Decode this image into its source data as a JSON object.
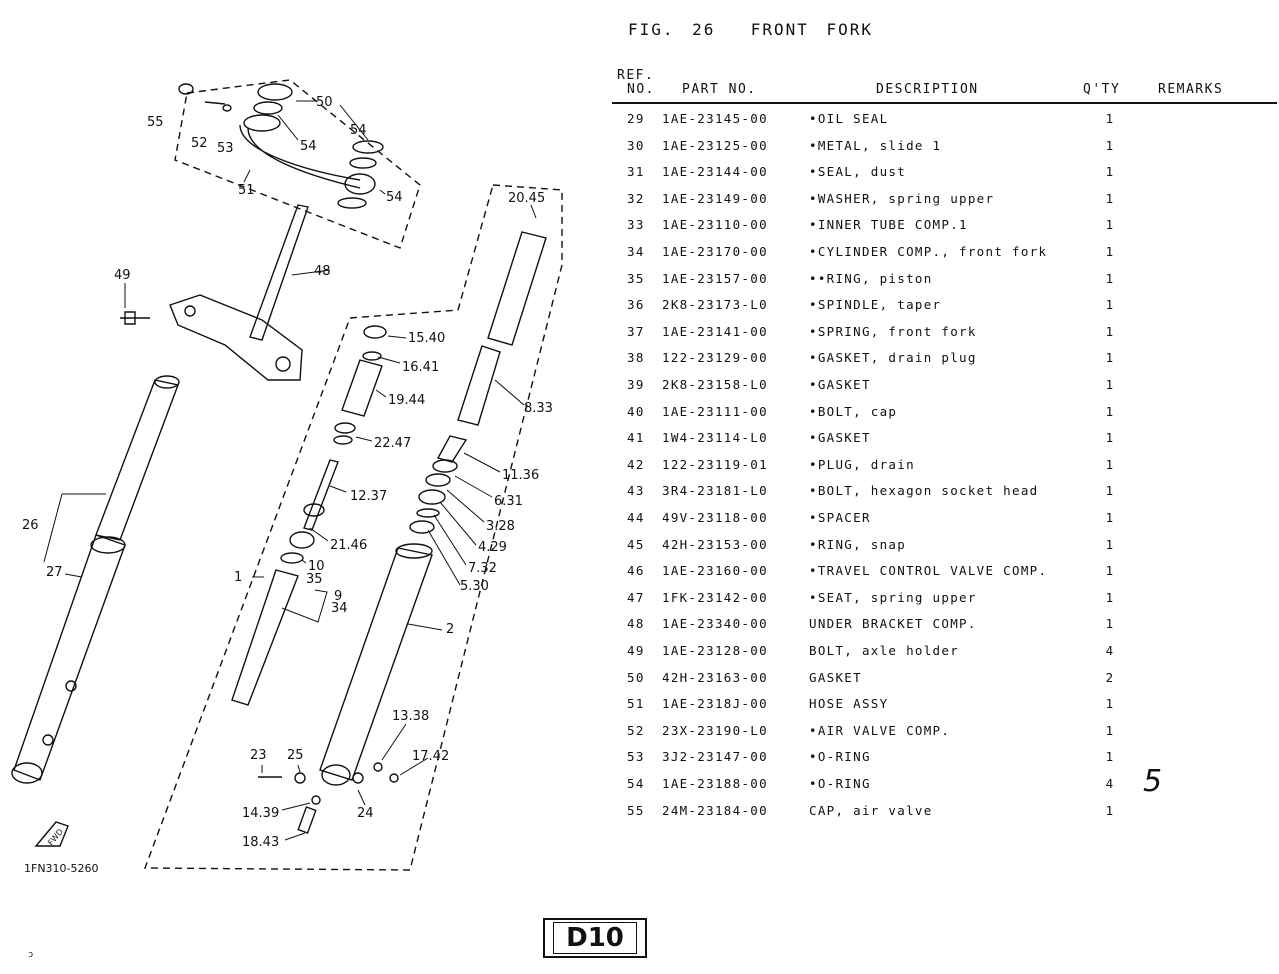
{
  "figure": {
    "title": "FIG. 26  FRONT FORK"
  },
  "table_header": {
    "ref_line1": "REF.",
    "ref_line2": "NO.",
    "part_no": "PART NO.",
    "description": "DESCRIPTION",
    "qty": "Q'TY",
    "remarks": "REMARKS"
  },
  "parts": [
    {
      "ref": "29",
      "part_no": "1AE-23145-00",
      "description": "•OIL SEAL",
      "qty": "1"
    },
    {
      "ref": "30",
      "part_no": "1AE-23125-00",
      "description": "•METAL, slide 1",
      "qty": "1"
    },
    {
      "ref": "31",
      "part_no": "1AE-23144-00",
      "description": "•SEAL, dust",
      "qty": "1"
    },
    {
      "ref": "32",
      "part_no": "1AE-23149-00",
      "description": "•WASHER, spring upper",
      "qty": "1"
    },
    {
      "ref": "33",
      "part_no": "1AE-23110-00",
      "description": "•INNER TUBE COMP.1",
      "qty": "1"
    },
    {
      "ref": "34",
      "part_no": "1AE-23170-00",
      "description": "•CYLINDER COMP., front fork",
      "qty": "1"
    },
    {
      "ref": "35",
      "part_no": "1AE-23157-00",
      "description": "••RING, piston",
      "qty": "1"
    },
    {
      "ref": "36",
      "part_no": "2K8-23173-L0",
      "description": "•SPINDLE, taper",
      "qty": "1"
    },
    {
      "ref": "37",
      "part_no": "1AE-23141-00",
      "description": "•SPRING, front fork",
      "qty": "1"
    },
    {
      "ref": "38",
      "part_no": "122-23129-00",
      "description": "•GASKET, drain plug",
      "qty": "1"
    },
    {
      "ref": "39",
      "part_no": "2K8-23158-L0",
      "description": "•GASKET",
      "qty": "1"
    },
    {
      "ref": "40",
      "part_no": "1AE-23111-00",
      "description": "•BOLT, cap",
      "qty": "1"
    },
    {
      "ref": "41",
      "part_no": "1W4-23114-L0",
      "description": "•GASKET",
      "qty": "1"
    },
    {
      "ref": "42",
      "part_no": "122-23119-01",
      "description": "•PLUG, drain",
      "qty": "1"
    },
    {
      "ref": "43",
      "part_no": "3R4-23181-L0",
      "description": "•BOLT, hexagon socket head",
      "qty": "1"
    },
    {
      "ref": "44",
      "part_no": "49V-23118-00",
      "description": "•SPACER",
      "qty": "1"
    },
    {
      "ref": "45",
      "part_no": "42H-23153-00",
      "description": "•RING, snap",
      "qty": "1"
    },
    {
      "ref": "46",
      "part_no": "1AE-23160-00",
      "description": "•TRAVEL CONTROL VALVE COMP.",
      "qty": "1"
    },
    {
      "ref": "47",
      "part_no": "1FK-23142-00",
      "description": "•SEAT, spring upper",
      "qty": "1"
    },
    {
      "ref": "48",
      "part_no": "1AE-23340-00",
      "description": "UNDER BRACKET COMP.",
      "qty": "1"
    },
    {
      "ref": "49",
      "part_no": "1AE-23128-00",
      "description": "BOLT, axle holder",
      "qty": "4"
    },
    {
      "ref": "50",
      "part_no": "42H-23163-00",
      "description": "GASKET",
      "qty": "2"
    },
    {
      "ref": "51",
      "part_no": "1AE-2318J-00",
      "description": "HOSE ASSY",
      "qty": "1"
    },
    {
      "ref": "52",
      "part_no": "23X-23190-L0",
      "description": "•AIR VALVE COMP.",
      "qty": "1"
    },
    {
      "ref": "53",
      "part_no": "3J2-23147-00",
      "description": "•O-RING",
      "qty": "1"
    },
    {
      "ref": "54",
      "part_no": "1AE-23188-00",
      "description": "•O-RING",
      "qty": "4"
    },
    {
      "ref": "55",
      "part_no": "24M-23184-00",
      "description": "CAP, air valve",
      "qty": "1"
    }
  ],
  "handwritten_mark": "5",
  "diagram": {
    "callouts": [
      "55",
      "52",
      "53",
      "50",
      "54",
      "54",
      "51",
      "54",
      "49",
      "48",
      "20.45",
      "15.40",
      "16.41",
      "19.44",
      "8.33",
      "22.47",
      "11.36",
      "12.37",
      "6.31",
      "3.28",
      "21.46",
      "4.29",
      "26",
      "7.32",
      "10",
      "5.30",
      "27",
      "1",
      "35",
      "9",
      "34",
      "2",
      "13.38",
      "23",
      "25",
      "17.42",
      "14.39",
      "24",
      "18.43"
    ],
    "fwd_label": "FWD",
    "drawing_code": "1FN310-5260"
  },
  "page_label": "D10",
  "corner_mark": "ɔ"
}
